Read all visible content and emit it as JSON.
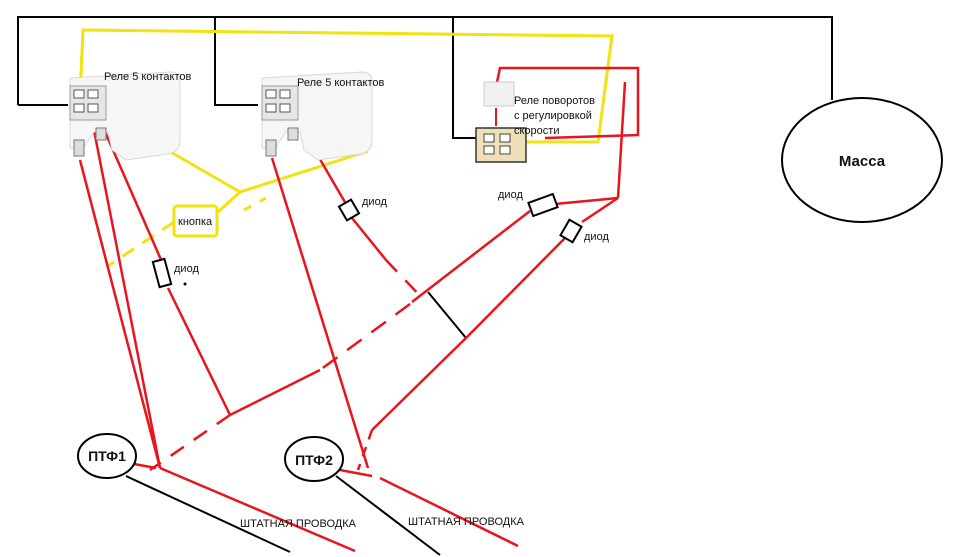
{
  "labels": {
    "relay1": "Реле 5 контактов",
    "relay2": "Реле 5 контактов",
    "turn_relay_line1": "Реле поворотов",
    "turn_relay_line2": "с регулировкой",
    "turn_relay_line3": "скорости",
    "ground": "Масса",
    "button": "кнопка",
    "diode1": "диод",
    "diode2": "диод",
    "diode3": "диод",
    "diode4": "диод",
    "ptf1": "ПТФ1",
    "ptf2": "ПТФ2",
    "stock_wiring1": "ШТАТНАЯ ПРОВОДКА",
    "stock_wiring2": "ШТАТНАЯ ПРОВОДКА"
  },
  "colors": {
    "black_wire": "#000000",
    "red_wire": "#e8141e",
    "yellow_wire": "#f2e20f",
    "relay_body": "#f4f4f4",
    "turn_relay_body": "#ede0b8"
  }
}
